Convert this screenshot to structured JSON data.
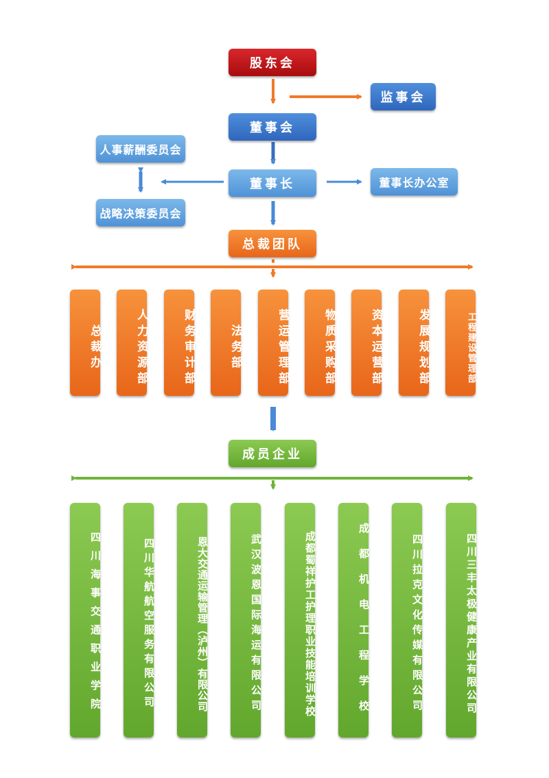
{
  "governance": {
    "shareholders": "股东会",
    "supervisors": "监事会",
    "board": "董事会",
    "chairman": "董事长",
    "hr_committee": "人事薪酬委员会",
    "strategy_committee": "战略决策委员会",
    "chairman_office": "董事长办公室",
    "president_team": "总裁团队"
  },
  "departments": [
    "总裁办",
    "人力资源部",
    "财务审计部",
    "法务部",
    "营运管理部",
    "物质采购部",
    "资本运营部",
    "发展规划部",
    "工程建设管理部"
  ],
  "members_title": "成员企业",
  "members": [
    "四川海事交通职业学院",
    "四川华航航空服务有限公司",
    "恩大交通运输管理（泸州）有限公司",
    "武汉波恩国际海运有限公司",
    "成都蜀祥护工护理职业技能培训学校",
    "成都机电工程学校",
    "四川拉克文化传媒有限公司",
    "四川三丰太极健康产业有限公司"
  ],
  "colors": {
    "red": "#c0141a",
    "blue": "#3a74c8",
    "light_blue": "#5a9ee0",
    "orange": "#f07a28",
    "green": "#6fb43a"
  }
}
